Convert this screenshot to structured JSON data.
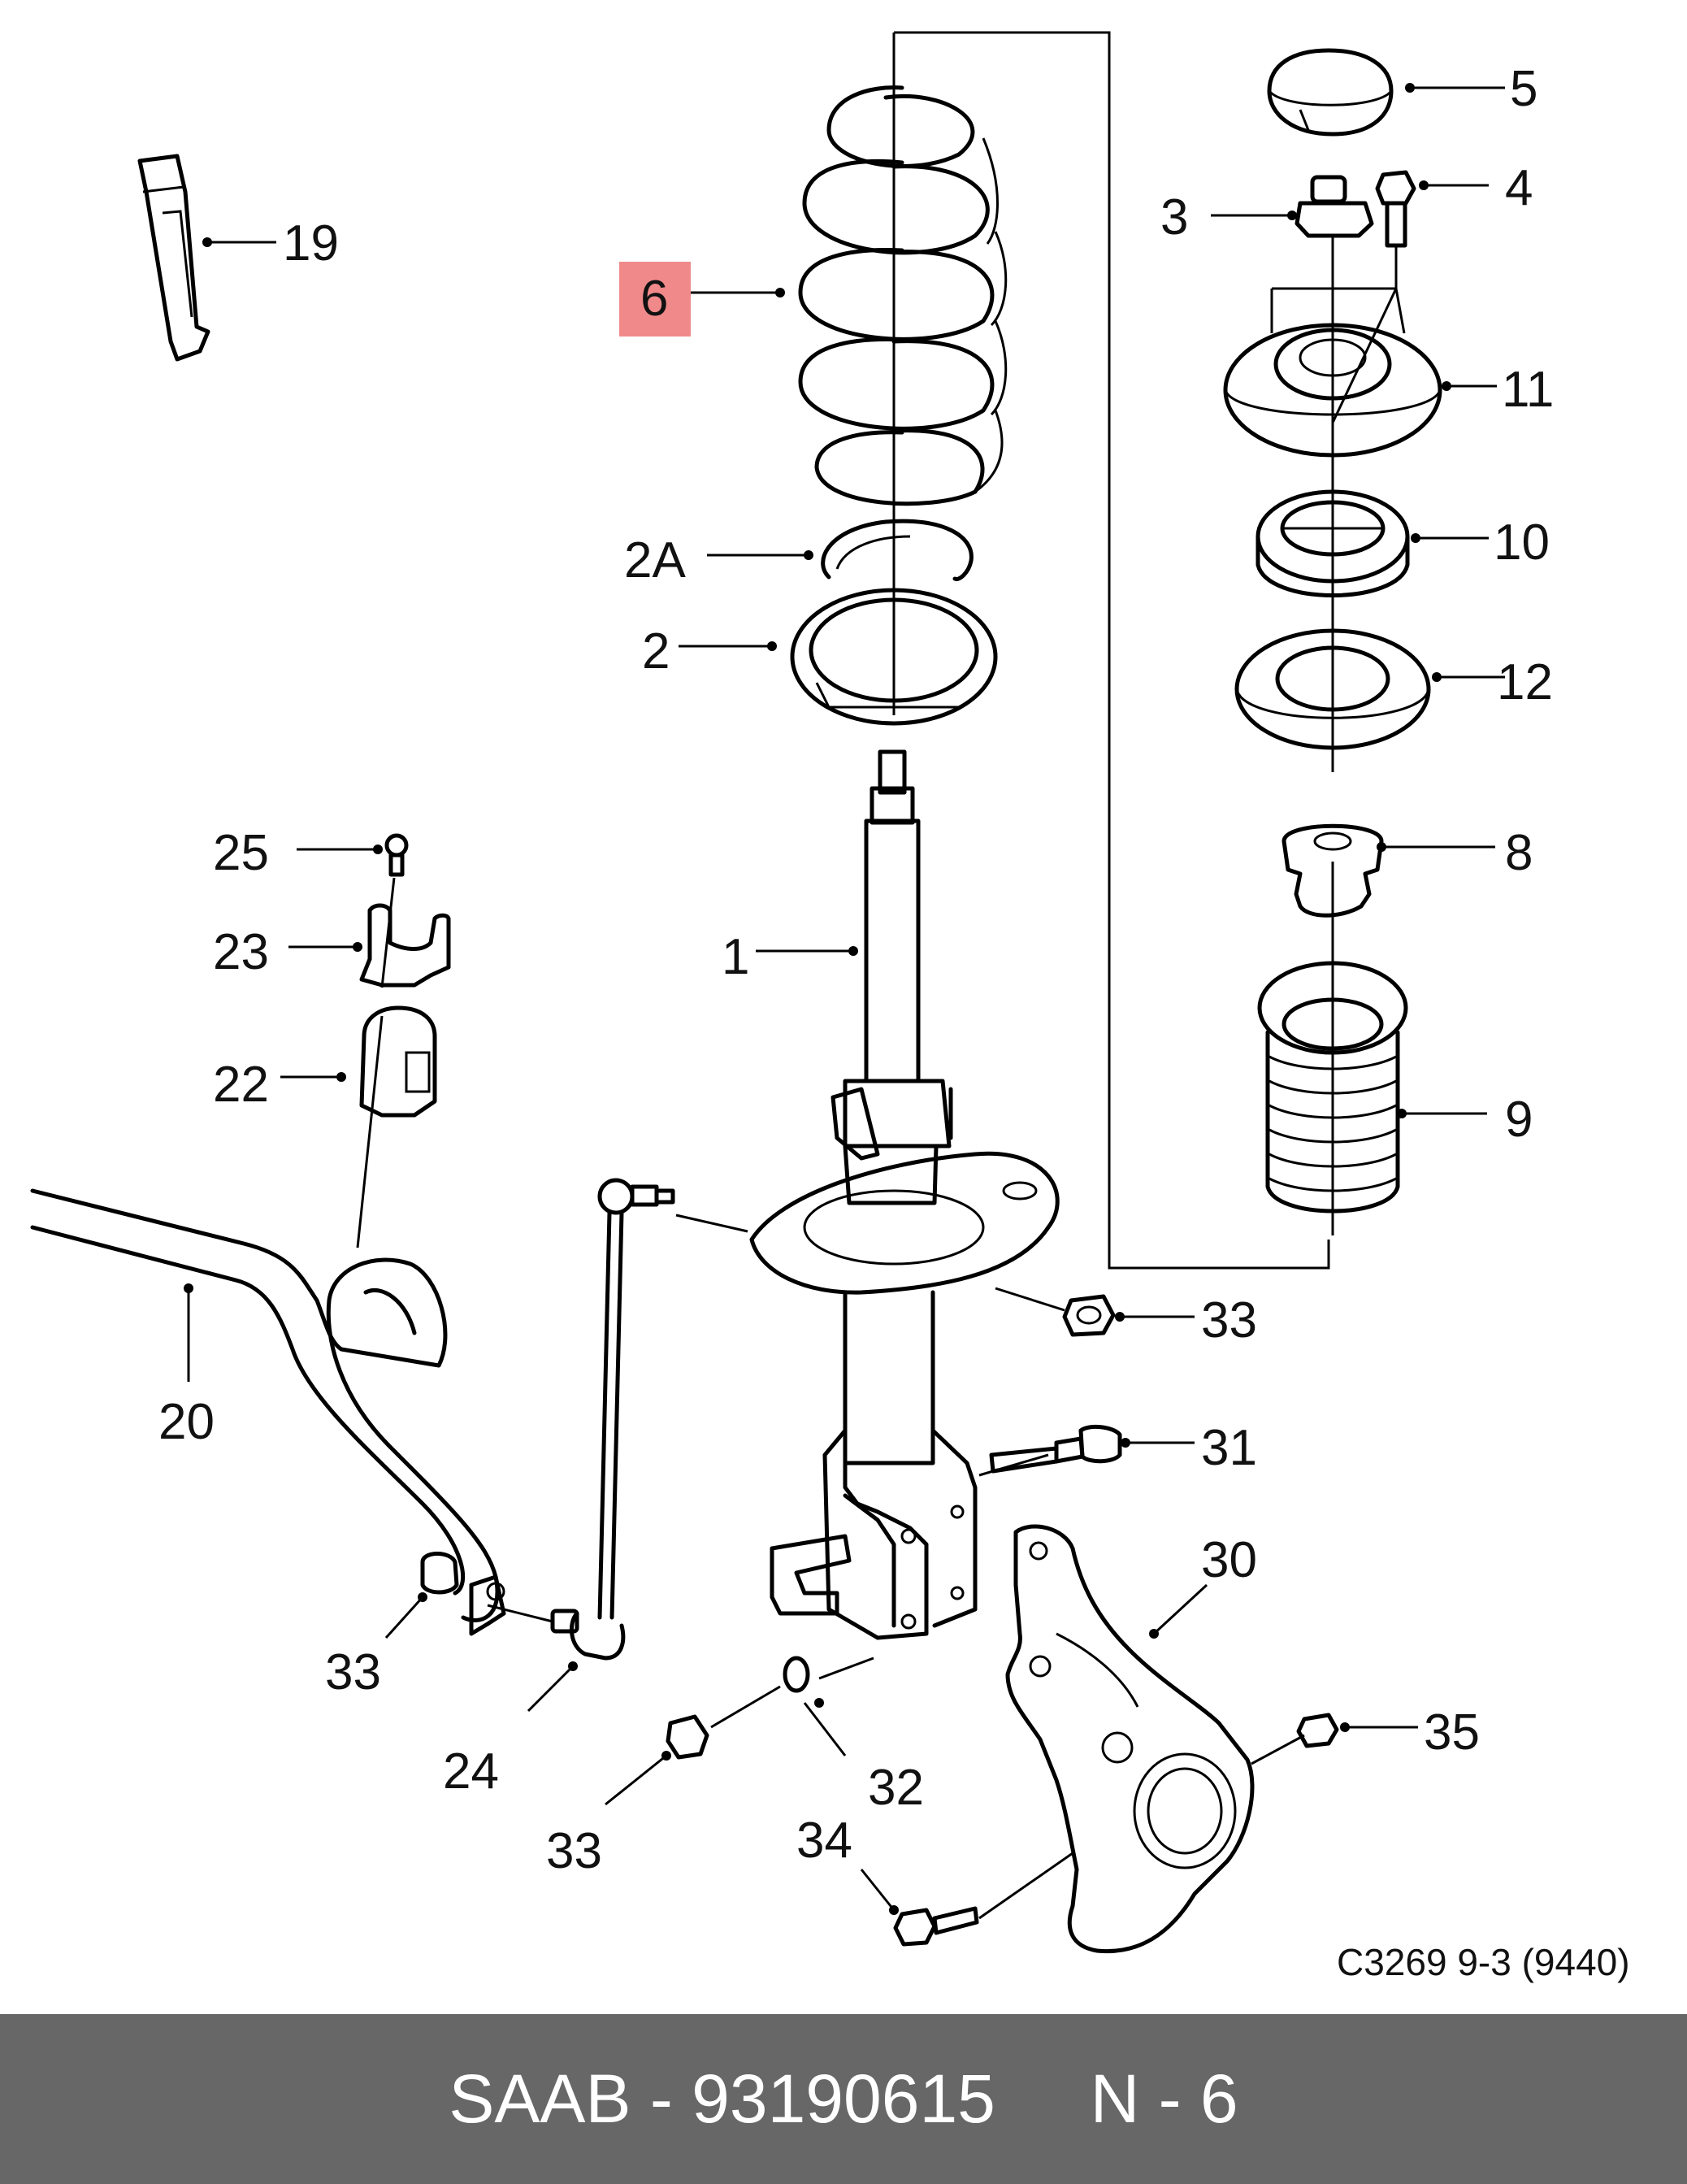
{
  "diagram": {
    "highlight_color": "#f08a8a",
    "labels": {
      "l1": "1",
      "l2": "2",
      "l2a": "2A",
      "l3": "3",
      "l4": "4",
      "l5": "5",
      "l6": "6",
      "l8": "8",
      "l9": "9",
      "l10": "10",
      "l11": "11",
      "l12": "12",
      "l19": "19",
      "l20": "20",
      "l22": "22",
      "l23": "23",
      "l24": "24",
      "l25": "25",
      "l30": "30",
      "l31": "31",
      "l32": "32",
      "l33a": "33",
      "l33b": "33",
      "l33c": "33",
      "l34": "34",
      "l35": "35"
    },
    "reference": "C3269 9-3 (9440)"
  },
  "footer": {
    "brand": "SAAB",
    "separator1": " - ",
    "part_number": "93190615",
    "gap": "     ",
    "position": "N",
    "separator2": " - ",
    "position_number": "6",
    "background": "#676767"
  }
}
